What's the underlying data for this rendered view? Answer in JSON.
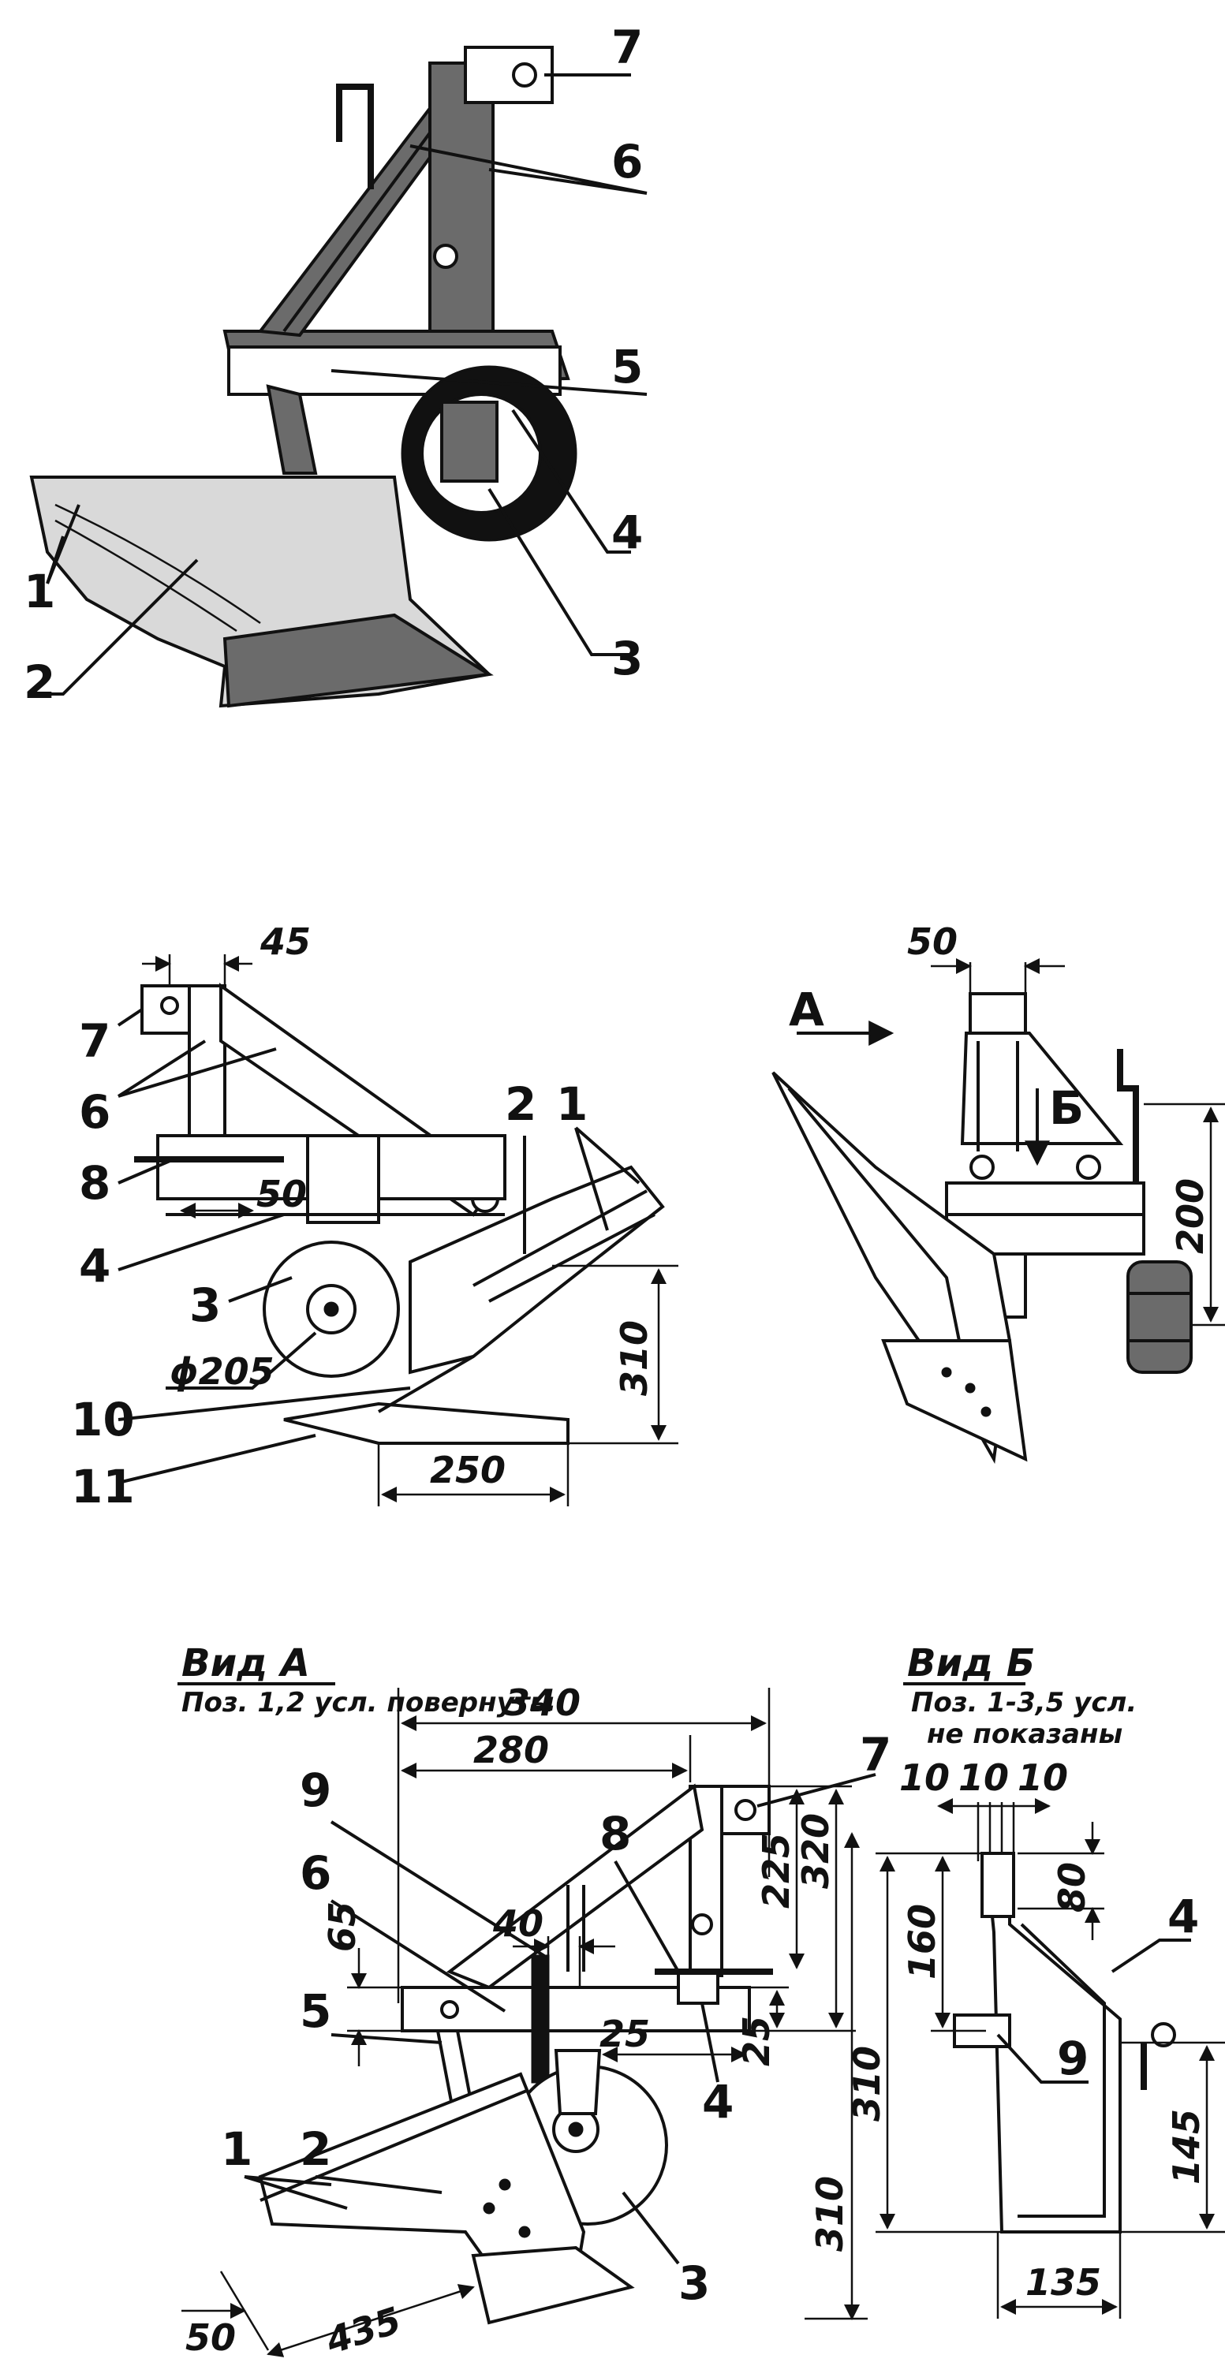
{
  "figure1": {
    "callouts": [
      "7",
      "6",
      "5",
      "4",
      "3",
      "1",
      "2"
    ]
  },
  "figure2": {
    "callouts": [
      "7",
      "6",
      "8",
      "4",
      "3",
      "10",
      "11",
      "2",
      "1"
    ],
    "dims": [
      "45",
      "50",
      "ϕ205",
      "310",
      "250"
    ]
  },
  "figure3": {
    "arrow_label": "А",
    "view_label": "Б",
    "dims": [
      "50",
      "200"
    ]
  },
  "view_a": {
    "title": "Вид А",
    "subtitle": "Поз. 1,2 усл. повернуты",
    "callouts": [
      "9",
      "6",
      "5",
      "1",
      "2",
      "7",
      "8",
      "4",
      "3"
    ],
    "dims": [
      "340",
      "280",
      "40",
      "65",
      "225",
      "320",
      "25",
      "25",
      "310",
      "50",
      "435"
    ]
  },
  "view_b": {
    "title": "Вид Б",
    "subtitle_line1": "Поз. 1-3,5 усл.",
    "subtitle_line2": "не показаны",
    "callouts": [
      "4",
      "9"
    ],
    "dims": [
      "10",
      "10",
      "10",
      "80",
      "160",
      "310",
      "145",
      "135"
    ]
  },
  "colors": {
    "ink": "#111111",
    "paper": "#ffffff",
    "shade": "#6b6b6b"
  }
}
